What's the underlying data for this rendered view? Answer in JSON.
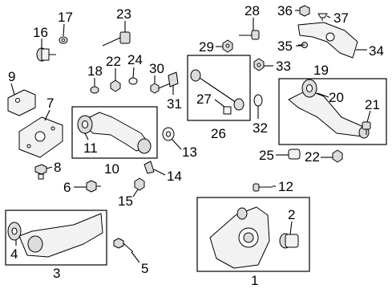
{
  "callouts": [
    {
      "id": "c1",
      "text": "1"
    },
    {
      "id": "c2",
      "text": "2"
    },
    {
      "id": "c3",
      "text": "3"
    },
    {
      "id": "c4",
      "text": "4"
    },
    {
      "id": "c5",
      "text": "5"
    },
    {
      "id": "c6",
      "text": "6"
    },
    {
      "id": "c7",
      "text": "7"
    },
    {
      "id": "c8",
      "text": "8"
    },
    {
      "id": "c9",
      "text": "9"
    },
    {
      "id": "c10",
      "text": "10"
    },
    {
      "id": "c11",
      "text": "11"
    },
    {
      "id": "c12",
      "text": "12"
    },
    {
      "id": "c13",
      "text": "13"
    },
    {
      "id": "c14",
      "text": "14"
    },
    {
      "id": "c15",
      "text": "15"
    },
    {
      "id": "c16",
      "text": "16"
    },
    {
      "id": "c17",
      "text": "17"
    },
    {
      "id": "c18",
      "text": "18"
    },
    {
      "id": "c19",
      "text": "19"
    },
    {
      "id": "c20",
      "text": "20"
    },
    {
      "id": "c21",
      "text": "21"
    },
    {
      "id": "c22a",
      "text": "22"
    },
    {
      "id": "c22b",
      "text": "22"
    },
    {
      "id": "c23",
      "text": "23"
    },
    {
      "id": "c24",
      "text": "24"
    },
    {
      "id": "c25",
      "text": "25"
    },
    {
      "id": "c26",
      "text": "26"
    },
    {
      "id": "c27",
      "text": "27"
    },
    {
      "id": "c28",
      "text": "28"
    },
    {
      "id": "c29",
      "text": "29"
    },
    {
      "id": "c30",
      "text": "30"
    },
    {
      "id": "c31",
      "text": "31"
    },
    {
      "id": "c32",
      "text": "32"
    },
    {
      "id": "c33",
      "text": "33"
    },
    {
      "id": "c34",
      "text": "34"
    },
    {
      "id": "c35",
      "text": "35"
    },
    {
      "id": "c36",
      "text": "36"
    },
    {
      "id": "c37",
      "text": "37"
    }
  ]
}
